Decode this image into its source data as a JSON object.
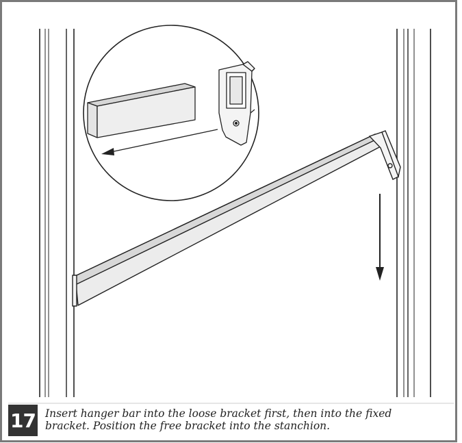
{
  "step": {
    "number": "17",
    "caption_line1": "Insert hanger bar into the loose bracket first, then into the fixed",
    "caption_line2": "bracket. Position the free bracket into the stanchion."
  },
  "colors": {
    "border": "#7a7a7a",
    "line": "#222222",
    "bar_face": "#ececec",
    "bar_top": "#d8d8d8",
    "step_box": "#333333"
  }
}
